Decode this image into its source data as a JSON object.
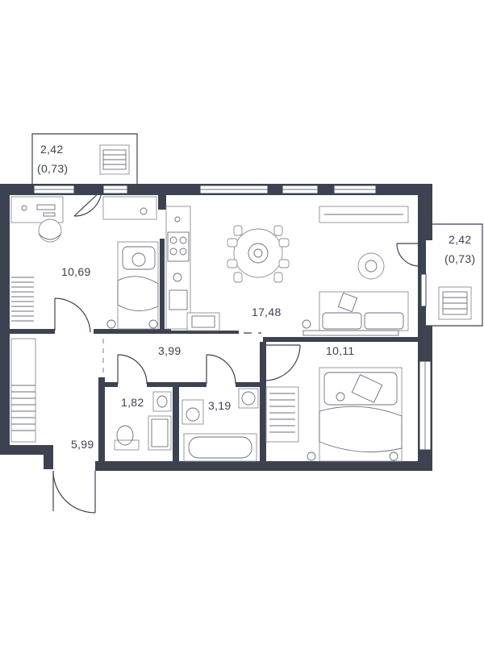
{
  "rooms": [
    {
      "id": "loggia-left",
      "area": "2,42",
      "area_sub": "(0,73)"
    },
    {
      "id": "bedroom-left",
      "area": "10,69"
    },
    {
      "id": "living-kitchen",
      "area": "17,48"
    },
    {
      "id": "loggia-right",
      "area": "2,42",
      "area_sub": "(0,73)"
    },
    {
      "id": "corridor",
      "area": "3,99"
    },
    {
      "id": "bedroom-right",
      "area": "10,11"
    },
    {
      "id": "wc",
      "area": "1,82"
    },
    {
      "id": "bathroom",
      "area": "3,19"
    },
    {
      "id": "hallway",
      "area": "5,99"
    }
  ]
}
